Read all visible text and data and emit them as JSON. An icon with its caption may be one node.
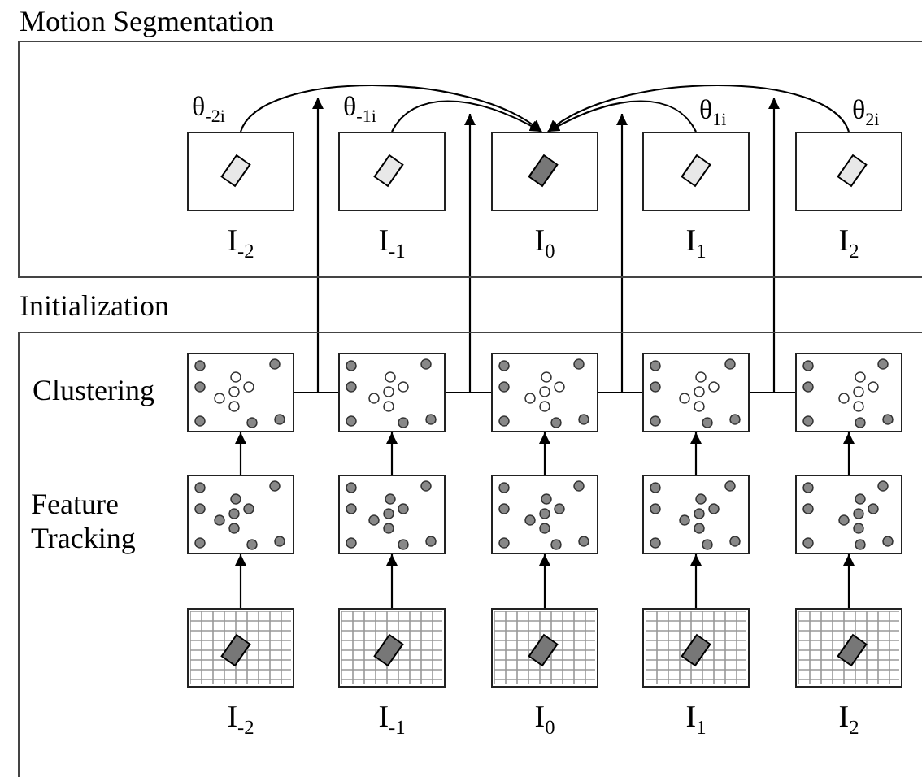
{
  "diagram": {
    "nodes": [
      {
        "text": [
          "Motion Segmentation"
        ]
      },
      {
        "text": [
          "I$_{-2}$"
        ],
        "in": 0
      },
      {
        "text": [
          "I$_{-1}$"
        ],
        "in": 0
      },
      {
        "text": [
          "I$_{0}$"
        ],
        "in": 0
      },
      {
        "text": [
          "I$_{1}$"
        ],
        "in": 0
      },
      {
        "text": [
          "I$_{2}$"
        ],
        "in": 0
      },
      {
        "text": [
          "Initialization"
        ]
      },
      {
        "text": [],
        "shape": "box",
        "in": 6
      },
      {
        "text": [],
        "shape": "box",
        "in": 6
      },
      {
        "text": [],
        "shape": "box",
        "in": 6
      },
      {
        "text": [],
        "shape": "box",
        "in": 6
      },
      {
        "text": [],
        "shape": "box",
        "in": 6
      },
      {
        "text": [],
        "shape": "box",
        "in": 6
      },
      {
        "text": [],
        "shape": "box",
        "in": 6
      },
      {
        "text": [],
        "shape": "box",
        "in": 6
      },
      {
        "text": [],
        "shape": "box",
        "in": 6
      },
      {
        "text": [],
        "shape": "box",
        "in": 6
      },
      {
        "text": [
          "I$_{-2}$"
        ],
        "in": 6
      },
      {
        "text": [
          "I$_{-1}$"
        ],
        "in": 6
      },
      {
        "text": [
          "I$_{0}$"
        ],
        "in": 6
      },
      {
        "text": [
          "I$_{1}$"
        ],
        "in": 6
      },
      {
        "text": [
          "I$_{2}$"
        ],
        "in": 6
      }
    ],
    "edges": [
      {
        "from": 1,
        "to": 3,
        "arrow": "to",
        "label": "θ$_{-2i}$"
      },
      {
        "from": 2,
        "to": 3,
        "arrow": "to",
        "label": "θ$_{-1i}$"
      },
      {
        "from": 4,
        "to": 3,
        "arrow": "to",
        "label": "θ$_{1i}$"
      },
      {
        "from": 5,
        "to": 3,
        "arrow": "to",
        "label": "θ$_{2i}$"
      },
      {
        "from": 17,
        "to": 12,
        "arrow": "to"
      },
      {
        "from": 18,
        "to": 13,
        "arrow": "to"
      },
      {
        "from": 19,
        "to": 14,
        "arrow": "to"
      },
      {
        "from": 20,
        "to": 15,
        "arrow": "to"
      },
      {
        "from": 21,
        "to": 16,
        "arrow": "to"
      },
      {
        "from": 12,
        "to": 7,
        "arrow": "to"
      },
      {
        "from": 13,
        "to": 8,
        "arrow": "to"
      },
      {
        "from": 14,
        "to": 9,
        "arrow": "to"
      },
      {
        "from": 15,
        "to": 10,
        "arrow": "to"
      },
      {
        "from": 16,
        "to": 11,
        "arrow": "to"
      },
      {
        "from": 7,
        "to": 0,
        "arrow": "to"
      },
      {
        "from": 8,
        "to": 0,
        "arrow": "to"
      },
      {
        "from": 8,
        "to": 0,
        "arrow": "to"
      },
      {
        "from": 9,
        "to": 0,
        "arrow": "to"
      },
      {
        "from": 9,
        "to": 0,
        "arrow": "to"
      },
      {
        "from": 10,
        "to": 0,
        "arrow": "to"
      },
      {
        "from": 10,
        "to": 0,
        "arrow": "to"
      },
      {
        "from": 11,
        "to": 0,
        "arrow": "to"
      }
    ],
    "labels": [
      "Clustering",
      "Feature Tracking"
    ]
  }
}
